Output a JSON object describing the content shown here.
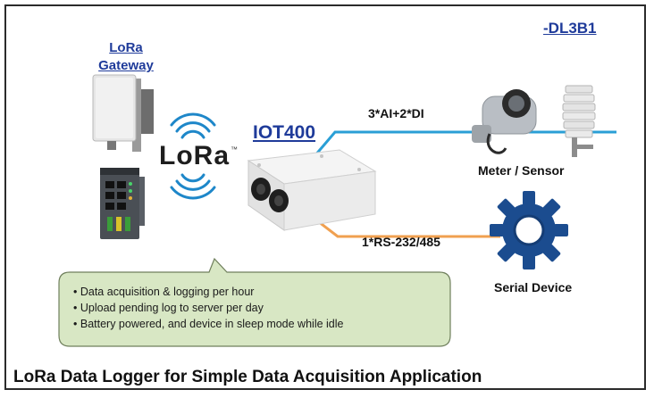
{
  "header": {
    "model_code": "-DL3B1"
  },
  "gateway": {
    "title_line1": "LoRa",
    "title_line2": "Gateway"
  },
  "lora_logo": {
    "word": "LoRa",
    "mark": "™"
  },
  "device": {
    "name": "IOT400"
  },
  "connections": {
    "analog_digital": "3*AI+2*DI",
    "serial": "1*RS-232/485",
    "analog_color": "#2a9fd6",
    "serial_color": "#f0a050"
  },
  "endpoints": {
    "meter_label": "Meter / Sensor",
    "serial_label": "Serial Device"
  },
  "callout": {
    "bullets": [
      "Data acquisition & logging per hour",
      "Upload pending log to server per day",
      "Battery powered, and device in sleep mode while idle"
    ],
    "fill": "#d8e7c4"
  },
  "footer": {
    "title": "LoRa Data Logger for Simple Data Acquisition Application"
  },
  "icons": [
    "antenna-panel-icon",
    "router-icon",
    "wireless-signal-icon",
    "enclosure-icon",
    "water-meter-icon",
    "weather-sensor-icon",
    "gear-icon"
  ]
}
